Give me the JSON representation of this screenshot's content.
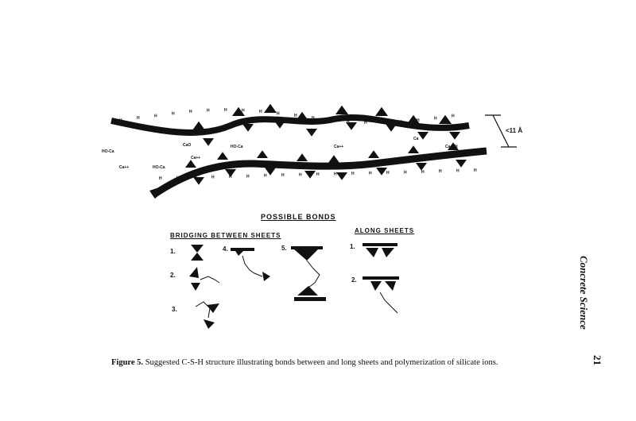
{
  "figure": {
    "possible_bonds_title": "POSSIBLE BONDS",
    "bridging_title": "BRIDGING BETWEEN SHEETS",
    "along_title": "ALONG SHEETS",
    "bridging_numbers": [
      "1.",
      "2.",
      "3.",
      "4.",
      "5."
    ],
    "along_numbers": [
      "1.",
      "2."
    ],
    "gap_label": "<11 Å"
  },
  "caption": {
    "label": "Figure 5.",
    "text": "Suggested C-S-H structure illustrating bonds between and long sheets and polymerization of silicate ions."
  },
  "sidebar": {
    "journal": "Concrete Science",
    "page_number": "21"
  }
}
